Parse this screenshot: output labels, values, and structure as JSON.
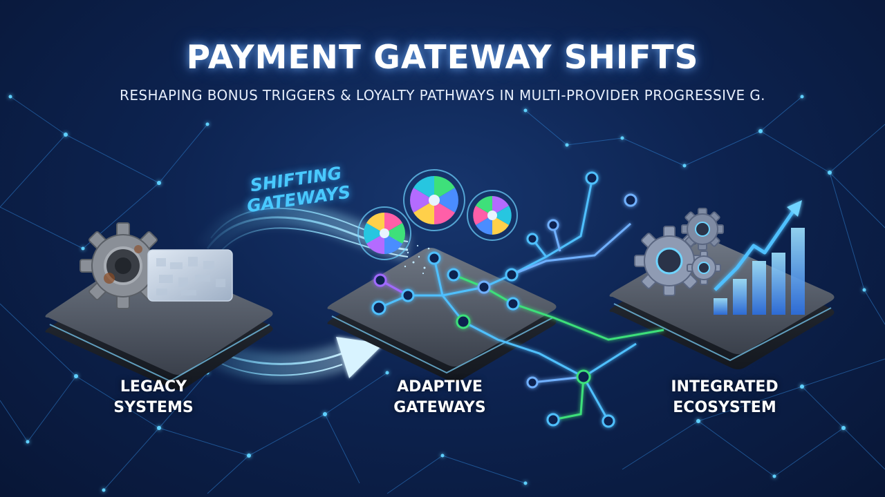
{
  "title": "PAYMENT GATEWAY SHIFTS",
  "subtitle": "RESHAPING BONUS TRIGGERS & LOYALTY PATHWAYS IN MULTI-PROVIDER PROGRESSIVE G.",
  "flow_label_line1": "SHIFTING",
  "flow_label_line2": "GATEWAYS",
  "stages": [
    {
      "line1": "LEGACY",
      "line2": "SYSTEMS"
    },
    {
      "line1": "ADAPTIVE",
      "line2": "GATEWAYS"
    },
    {
      "line1": "INTEGRATED",
      "line2": "ECOSYSTEM"
    }
  ],
  "icons": {
    "legacy": [
      "rusty-gear-icon",
      "credit-card-icon"
    ],
    "adaptive": [
      "bonus-wheel-icon",
      "circuit-network-icon"
    ],
    "integrated": [
      "gears-icon",
      "growth-chart-icon"
    ]
  },
  "colors": {
    "background": "#0d2350",
    "glow_blue": "#49c9ff",
    "circuit_green": "#3ee07a",
    "circuit_purple": "#a06bff"
  }
}
